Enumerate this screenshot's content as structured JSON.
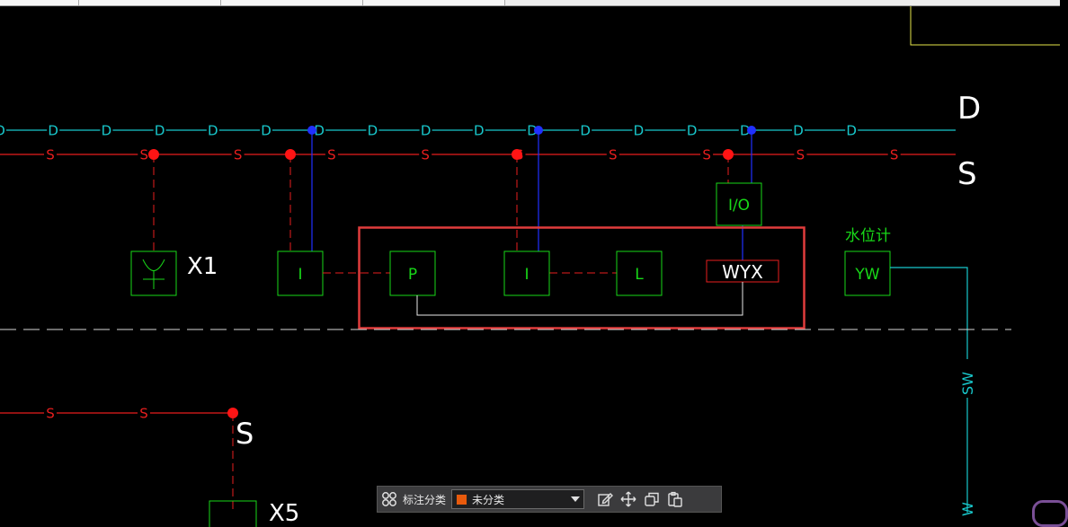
{
  "diagram": {
    "line_d_label": "D",
    "line_s_label": "S",
    "d_marks": [
      "D",
      "D",
      "D",
      "D",
      "D",
      "D",
      "D",
      "D",
      "D",
      "D",
      "D",
      "D",
      "D",
      "D",
      "D",
      "D",
      "D"
    ],
    "s_marks": [
      "S",
      "S",
      "S",
      "S",
      "S",
      "S",
      "S",
      "S",
      "S",
      "S"
    ],
    "s_marks_lower": [
      "S",
      "S"
    ],
    "lower_s_label": "S",
    "io_box": "I/O",
    "water_level_label": "水位计",
    "x1_label": "X1",
    "x5_label": "X5",
    "sw_label": "SW",
    "boxes": {
      "i_left": "I",
      "p": "P",
      "i_mid": "I",
      "l": "L",
      "wyx": "WYX",
      "yw": "YW"
    },
    "colors": {
      "d_line": "#18c8cc",
      "s_line": "#e81e1e",
      "blue_link": "#2030ff",
      "box_green": "#18d818",
      "highlight": "#e03c3c",
      "dash_white": "#d8d8d8"
    }
  },
  "toolbar": {
    "category_label": "标注分类",
    "category_value": "未分类",
    "swatch_color": "#e85a0c"
  }
}
